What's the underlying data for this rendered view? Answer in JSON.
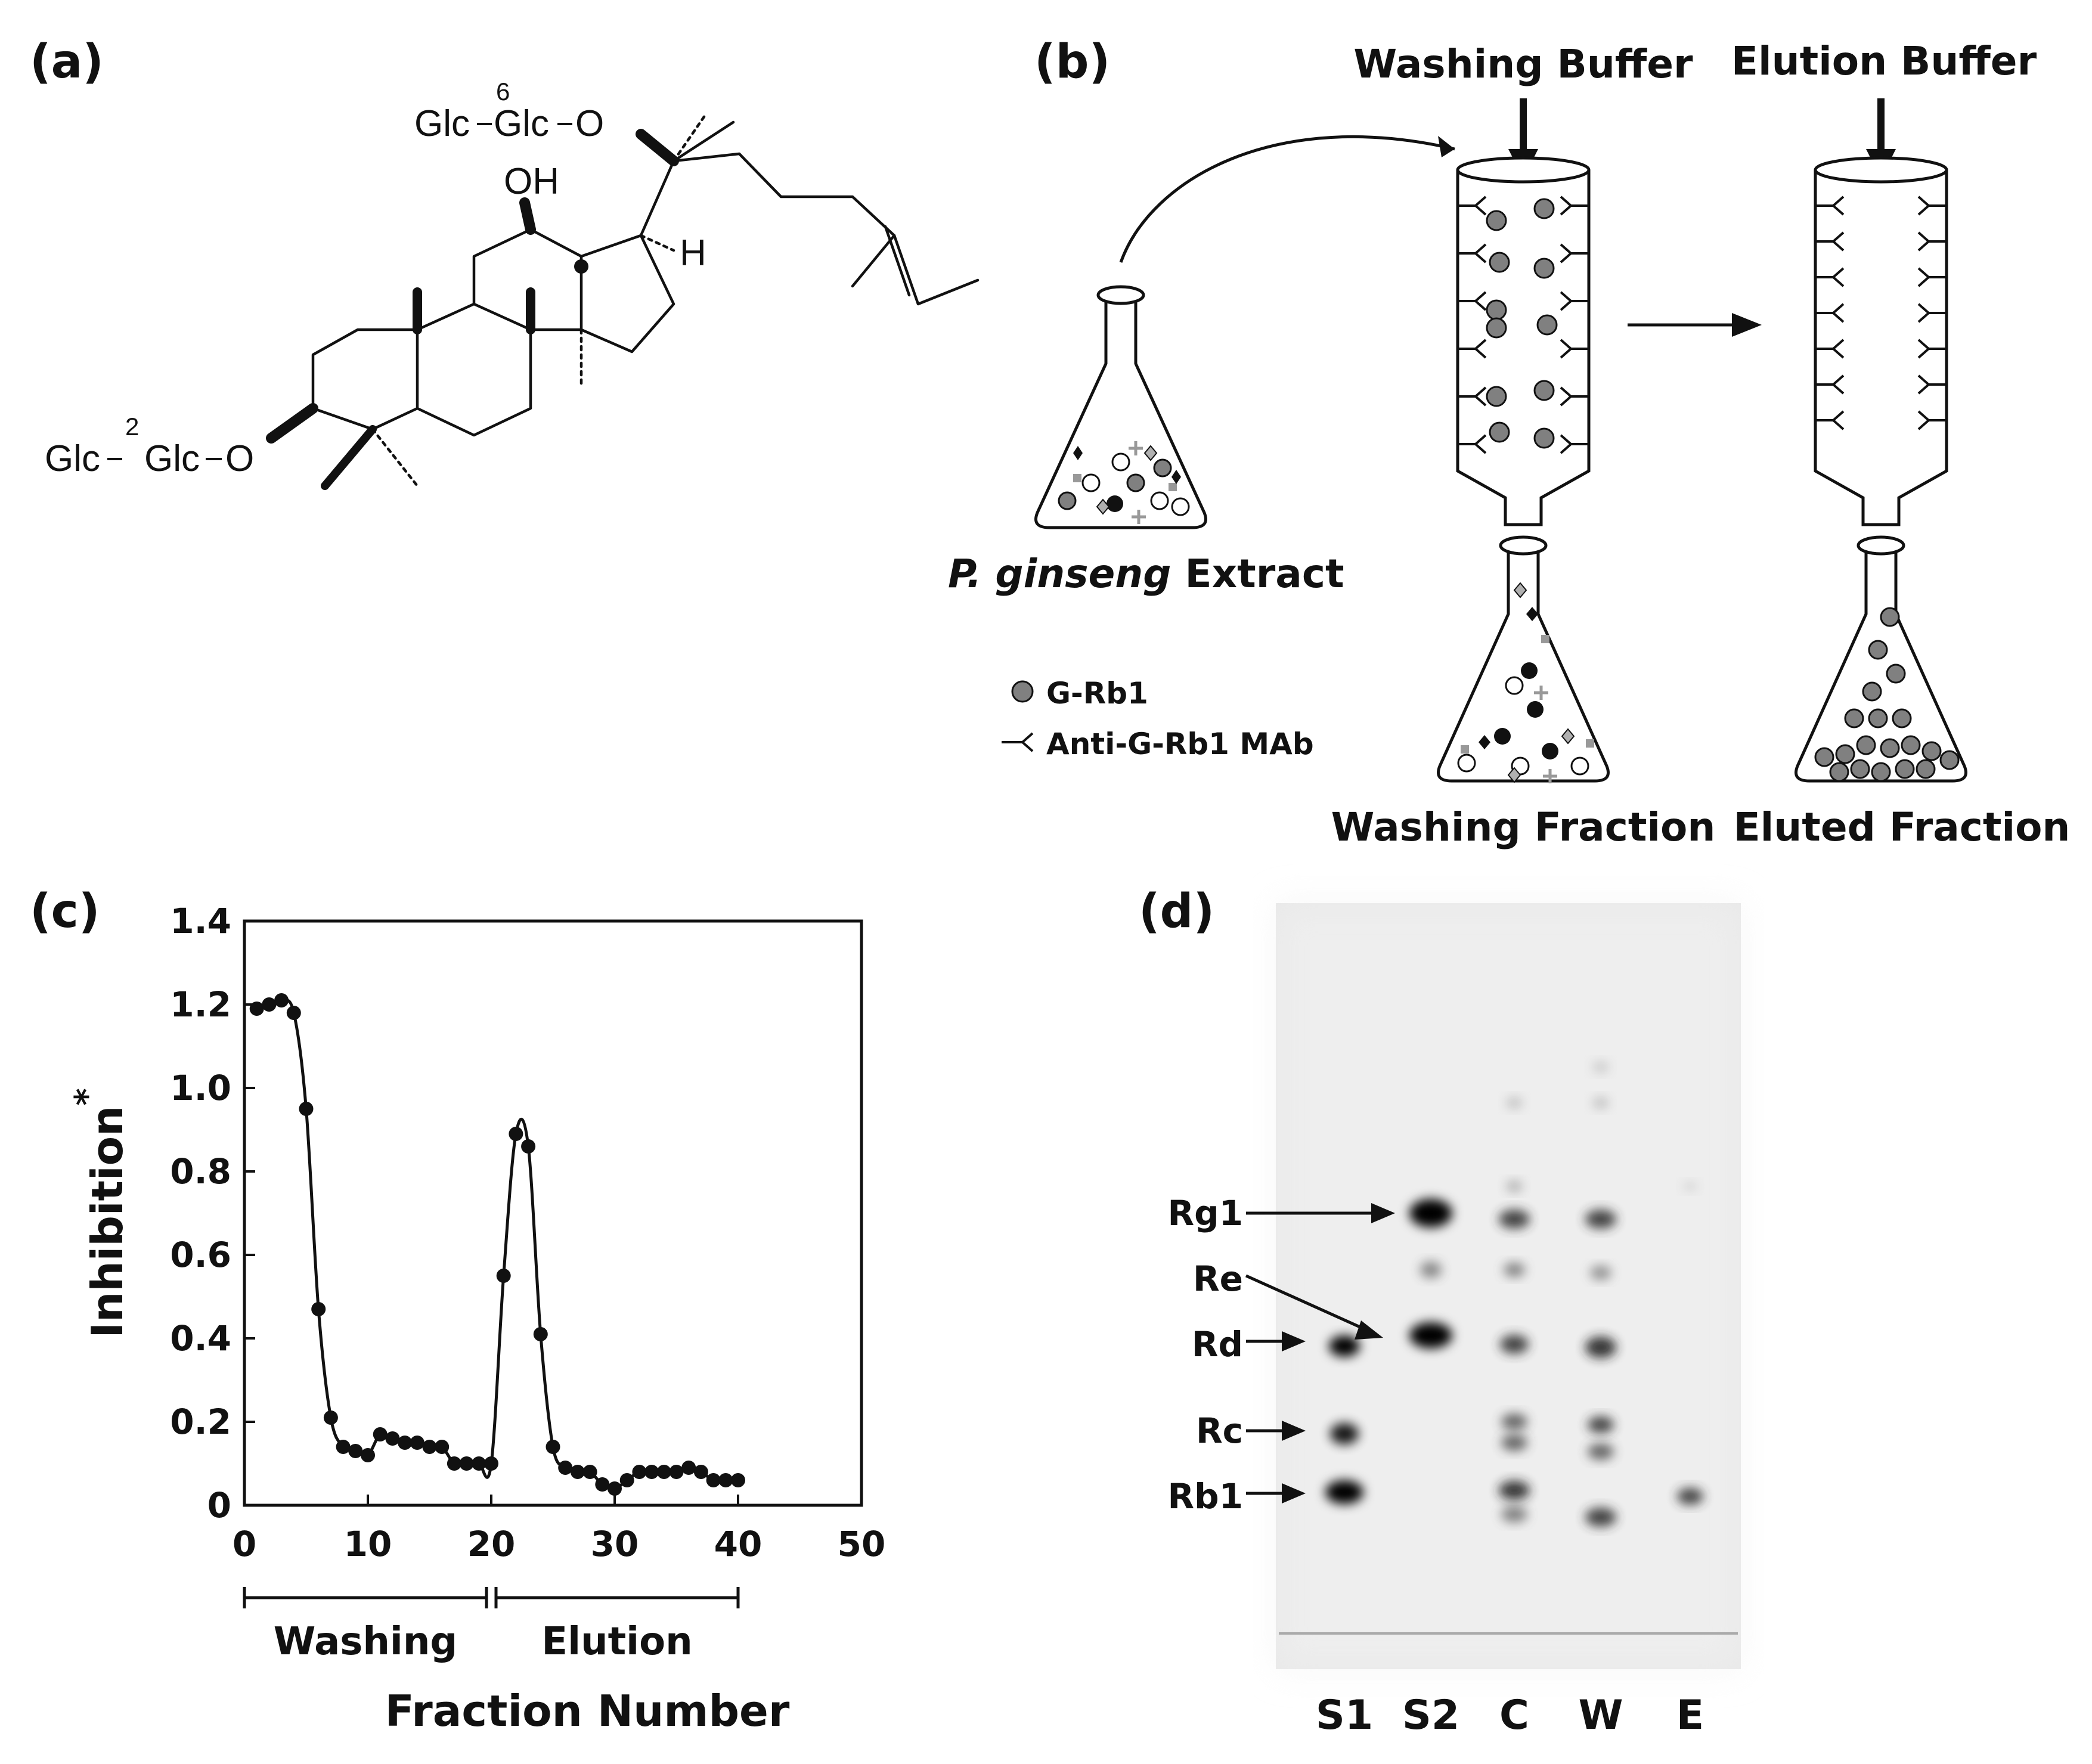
{
  "panels": {
    "a": "(a)",
    "b": "(b)",
    "c": "(c)",
    "d": "(d)"
  },
  "structure": {
    "top_sugar_left": "Glc",
    "top_link": "6",
    "top_sugar_right": "Glc",
    "top_o": "O",
    "bottom_sugar_left": "Glc",
    "bottom_link": "2",
    "bottom_sugar_right": "Glc",
    "bottom_o": "O",
    "oh": "OH",
    "h": "H"
  },
  "scheme": {
    "washing_buffer": "Washing Buffer",
    "elution_buffer": "Elution Buffer",
    "extract_italic": "P. ginseng",
    "extract_rest": " Extract",
    "washing_fraction": "Washing Fraction",
    "eluted_fraction": "Eluted Fraction",
    "legend_grb1": "G-Rb1",
    "legend_mab": "Anti-G-Rb1 MAb"
  },
  "chart_data": {
    "type": "line",
    "xlabel": "Fraction Number",
    "ylabel": "Inhibition",
    "ylabel_sup": "*",
    "xlim": [
      0,
      50
    ],
    "ylim": [
      0,
      1.4
    ],
    "xticks": [
      "0",
      "10",
      "20",
      "30",
      "40",
      "50"
    ],
    "yticks": [
      "0",
      "0.2",
      "0.4",
      "0.6",
      "0.8",
      "1.0",
      "1.2",
      "1.4"
    ],
    "grid": false,
    "ranges": [
      {
        "label": "Washing",
        "from": 0,
        "to": 20
      },
      {
        "label": "Elution",
        "from": 20,
        "to": 40
      }
    ],
    "x": [
      1,
      2,
      3,
      4,
      5,
      6,
      7,
      8,
      9,
      10,
      11,
      12,
      13,
      14,
      15,
      16,
      17,
      18,
      19,
      20,
      21,
      22,
      23,
      24,
      25,
      26,
      27,
      28,
      29,
      30,
      31,
      32,
      33,
      34,
      35,
      36,
      37,
      38,
      39,
      40
    ],
    "values": [
      1.19,
      1.2,
      1.21,
      1.18,
      0.95,
      0.47,
      0.21,
      0.14,
      0.13,
      0.12,
      0.17,
      0.16,
      0.15,
      0.15,
      0.14,
      0.14,
      0.1,
      0.1,
      0.1,
      0.1,
      0.55,
      0.89,
      0.86,
      0.41,
      0.14,
      0.09,
      0.08,
      0.08,
      0.05,
      0.04,
      0.06,
      0.08,
      0.08,
      0.08,
      0.08,
      0.09,
      0.08,
      0.06,
      0.06,
      0.06
    ]
  },
  "tlc": {
    "lanes": [
      "S1",
      "S2",
      "C",
      "W",
      "E"
    ],
    "compounds": [
      "Rg1",
      "Re",
      "Rd",
      "Rc",
      "Rb1"
    ],
    "plate_color": "#e6e6e6"
  }
}
